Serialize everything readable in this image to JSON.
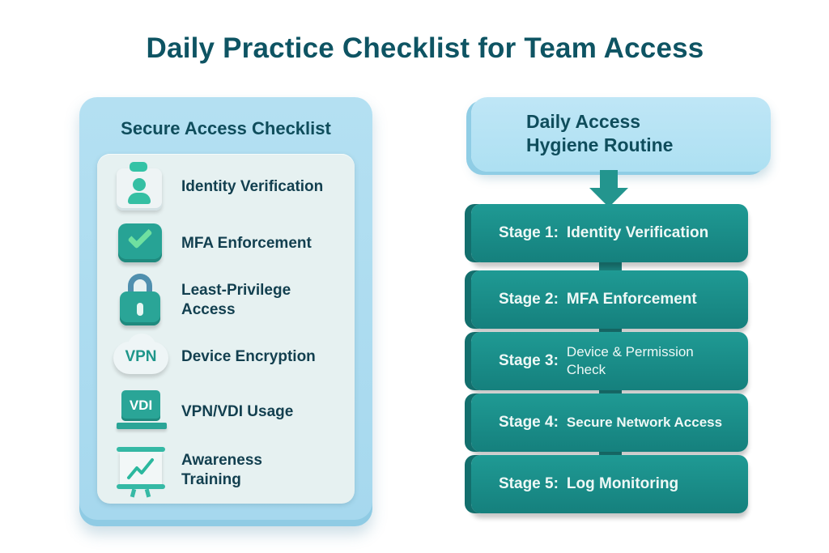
{
  "title": "Daily Practice Checklist for Team Access",
  "checklist": {
    "title": "Secure Access Checklist",
    "items": [
      {
        "label": "Identity Verification",
        "icon": "id-badge-icon"
      },
      {
        "label": "MFA Enforcement",
        "icon": "checkmark-icon"
      },
      {
        "label": "Least-Privilege Access",
        "icon": "padlock-icon"
      },
      {
        "label": "Device Encryption",
        "icon": "vpn-cloud-icon",
        "icon_text": "VPN"
      },
      {
        "label": "VPN/VDI Usage",
        "icon": "vdi-laptop-icon",
        "icon_text": "VDI"
      },
      {
        "label": "Awareness Training",
        "icon": "presentation-board-icon"
      }
    ]
  },
  "routine": {
    "title_line1": "Daily Access",
    "title_line2": "Hygiene Routine",
    "stages": [
      {
        "number": "Stage 1:",
        "label": "Identity Verification"
      },
      {
        "number": "Stage 2:",
        "label": "MFA Enforcement"
      },
      {
        "number": "Stage 3:",
        "label": "Device & Permission Check"
      },
      {
        "number": "Stage 4:",
        "label": "Secure Network Access"
      },
      {
        "number": "Stage 5:",
        "label": "Log Monitoring"
      }
    ]
  },
  "colors": {
    "title": "#0e5463",
    "panel_light_blue": "#b4e0f2",
    "teal": "#1f9a94",
    "accent_green": "#34bfa3"
  }
}
